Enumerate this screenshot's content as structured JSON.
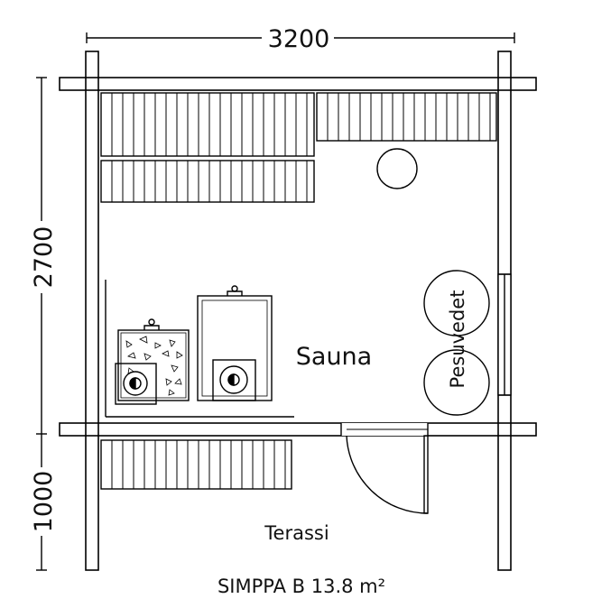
{
  "dimensions": {
    "width": "3200",
    "depth_sauna": "2700",
    "depth_terrace": "1000"
  },
  "rooms": {
    "sauna": "Sauna",
    "terrace": "Terassi",
    "washbasins": "Pesuvedet"
  },
  "title": "SIMPPA B 13.8 m²"
}
